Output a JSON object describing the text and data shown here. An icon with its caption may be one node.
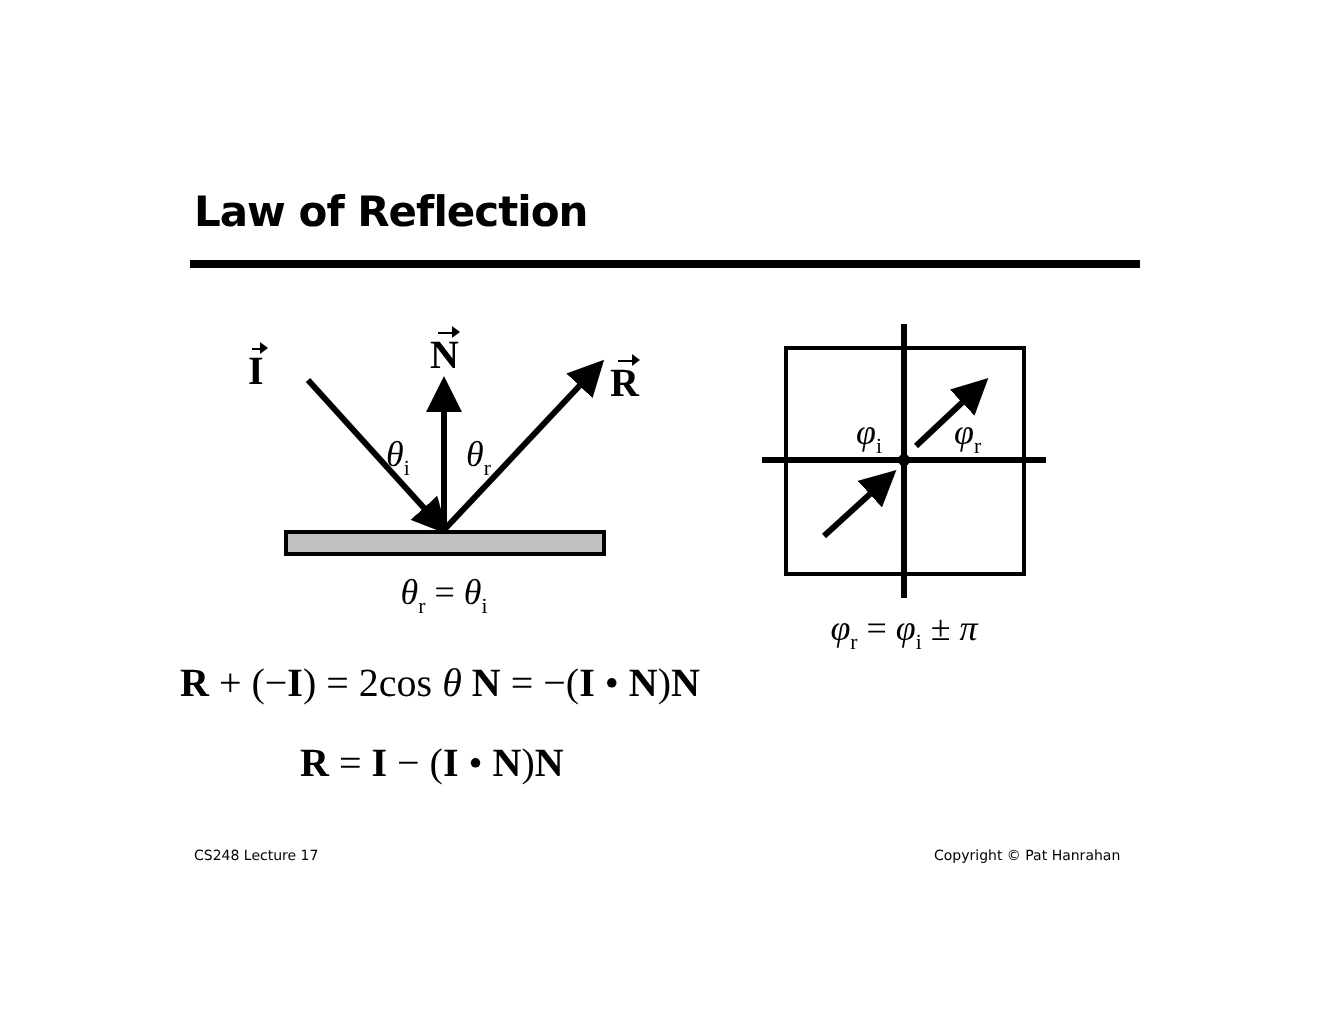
{
  "diagram": {
    "title": "Law of Reflection",
    "nodes": [
      {
        "text": [
          "I"
        ]
      },
      {
        "text": [
          "N"
        ]
      },
      {
        "text": [
          "R"
        ]
      },
      {
        "text": [],
        "shape": "bar"
      },
      {
        "text": [],
        "shape": "box"
      }
    ],
    "edges": [
      {
        "from": 0,
        "to": 3,
        "arrow": "to"
      },
      {
        "from": 3,
        "to": 1,
        "arrow": "to"
      },
      {
        "from": 3,
        "to": 2,
        "arrow": "to"
      }
    ],
    "labels": [
      "*θ*$_{i}$",
      "*θ*$_{r}$",
      "*θ*$_{r}$ = *θ*$_{i}$",
      "*φ*$_{i}$",
      "*φ*$_{r}$",
      "*φ*$_{r}$ = *φ*$_{i}$ ± *π*",
      "**R** + (−**I**) = 2cos *θ* **N** = −(**I** • **N**)**N**",
      "**R** = **I** − (**I** • **N**)**N**",
      "CS248 Lecture 17",
      "Copyright © Pat Hanrahan"
    ]
  }
}
